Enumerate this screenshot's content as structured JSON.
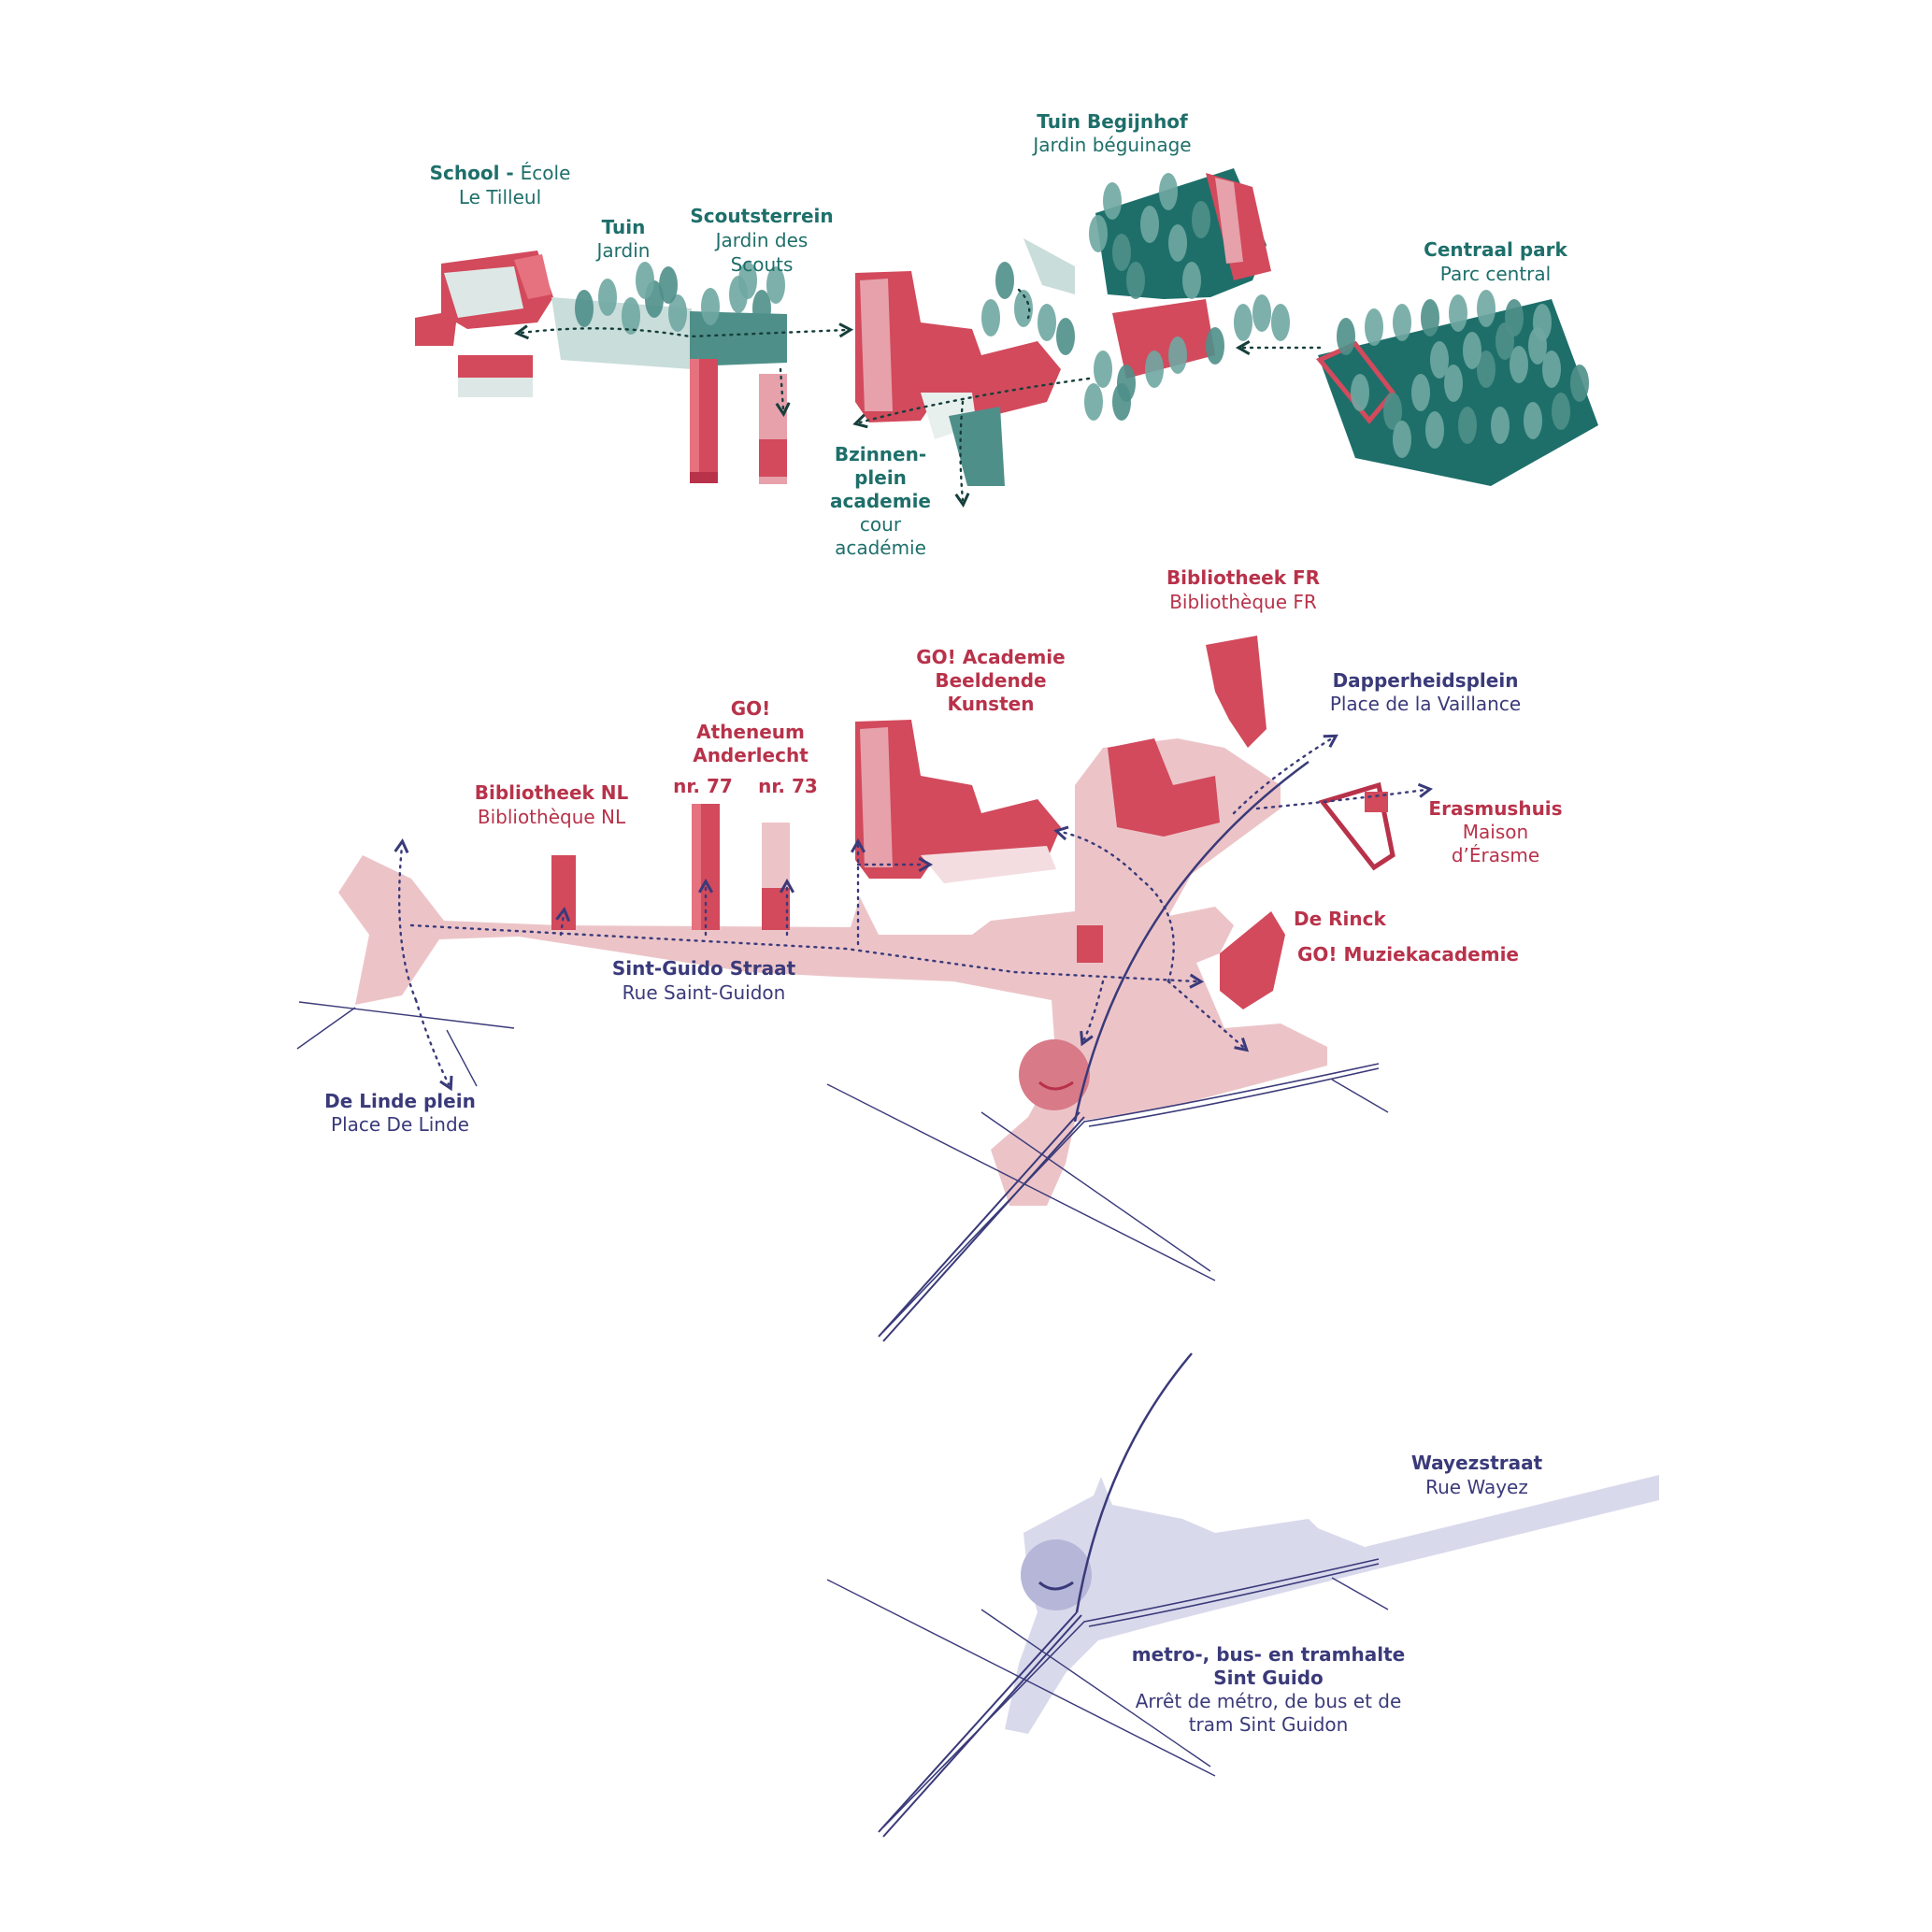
{
  "colors": {
    "teal": "#1e6f6a",
    "teal_light": "#6fa7a2",
    "teal_pale": "#c9ddda",
    "red": "#d24a5c",
    "red_dark": "#b8324a",
    "pink": "#ecc4c8",
    "navy": "#3a3a7a",
    "lavender": "#d9d9ec"
  },
  "green_network": {
    "school": {
      "nl": "School - ",
      "fr": "École",
      "line2": "Le Tilleul"
    },
    "tuin": {
      "nl": "Tuin",
      "fr": "Jardin"
    },
    "scoutsterrein": {
      "nl": "Scoutsterrein",
      "fr1": "Jardin des",
      "fr2": "Scouts"
    },
    "tuin_begijnhof": {
      "nl": "Tuin Begijnhof",
      "fr": "Jardin béguinage"
    },
    "centraal_park": {
      "nl": "Centraal park",
      "fr": "Parc central"
    },
    "bzinnenplein": {
      "nl1": "Bzinnen-",
      "nl2": "plein",
      "nl3": "academie",
      "fr1": "cour",
      "fr2": "académie"
    }
  },
  "public_network": {
    "bibliotheek_fr": {
      "nl": "Bibliotheek FR",
      "fr": "Bibliothèque FR"
    },
    "academie": {
      "l1": "GO! Academie",
      "l2": "Beeldende",
      "l3": "Kunsten"
    },
    "atheneum": {
      "l1": "GO!",
      "l2": "Atheneum",
      "l3": "Anderlecht",
      "nr77": "nr. 77",
      "nr73": "nr. 73"
    },
    "bibliotheek_nl": {
      "nl": "Bibliotheek NL",
      "fr": "Bibliothèque NL"
    },
    "dapperheidsplein": {
      "nl": "Dapperheidsplein",
      "fr": "Place de la Vaillance"
    },
    "erasmushuis": {
      "nl": "Erasmushuis",
      "fr1": "Maison",
      "fr2": "d’Érasme"
    },
    "de_rinck": {
      "nl": "De Rinck"
    },
    "muziekacademie": {
      "nl": "GO! Muziekacademie"
    },
    "sint_guido_straat": {
      "nl": "Sint-Guido Straat",
      "fr": "Rue Saint-Guidon"
    },
    "de_linde_plein": {
      "nl": "De Linde plein",
      "fr": "Place De Linde"
    }
  },
  "transport_network": {
    "wayezstraat": {
      "nl": "Wayezstraat",
      "fr": "Rue Wayez"
    },
    "halte": {
      "nl1": "metro-, bus- en tramhalte",
      "nl2": "Sint Guido",
      "fr1": "Arrêt de métro, de bus et de",
      "fr2": "tram Sint Guidon"
    }
  },
  "icons": [
    "tree-icon",
    "arrow-icon"
  ]
}
